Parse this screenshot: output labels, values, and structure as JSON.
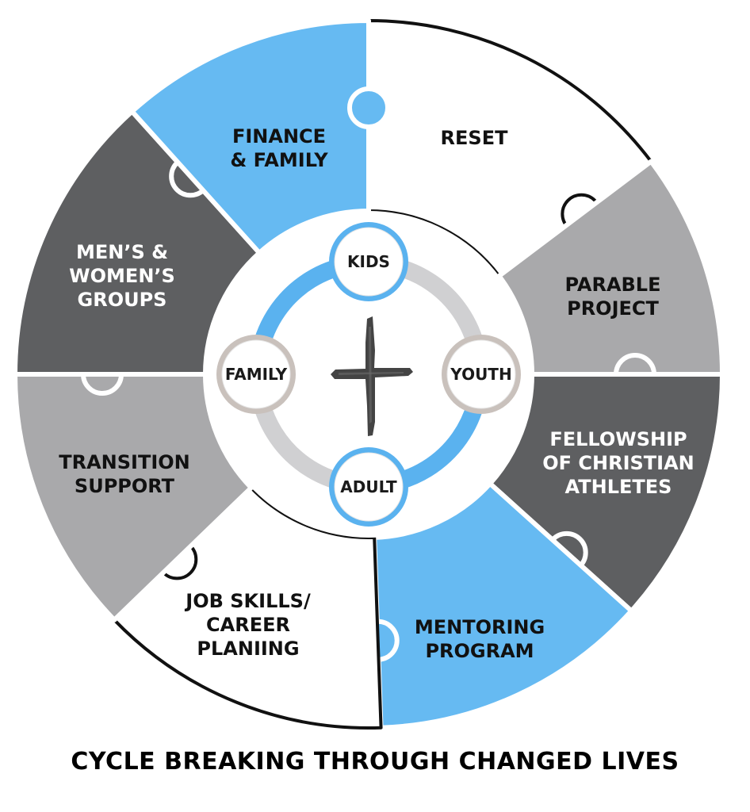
{
  "colors": {
    "blue": "#66baf2",
    "white": "#ffffff",
    "light_gray": "#a9a9ab",
    "dark_gray": "#5e5f61",
    "outline": "#111111",
    "arrow_blue": "#5ab2ef",
    "arrow_gray": "#d0d0d2",
    "node_gray_ring": "#c9c1bc"
  },
  "segments": [
    {
      "id": "reset",
      "lines": [
        "RESET"
      ],
      "fill": "white",
      "text_color": "#111111"
    },
    {
      "id": "parable-project",
      "lines": [
        "PARABLE",
        "PROJECT"
      ],
      "fill": "light_gray",
      "text_color": "#111111"
    },
    {
      "id": "fellowship",
      "lines": [
        "FELLOWSHIP",
        "OF CHRISTIAN",
        "ATHLETES"
      ],
      "fill": "dark_gray",
      "text_color": "#ffffff"
    },
    {
      "id": "mentoring-program",
      "lines": [
        "MENTORING",
        "PROGRAM"
      ],
      "fill": "blue",
      "text_color": "#111111"
    },
    {
      "id": "job-skills",
      "lines": [
        "JOB SKILLS/",
        "CAREER",
        "PLANIING"
      ],
      "fill": "white",
      "text_color": "#111111"
    },
    {
      "id": "transition-support",
      "lines": [
        "TRANSITION",
        "SUPPORT"
      ],
      "fill": "light_gray",
      "text_color": "#111111"
    },
    {
      "id": "mens-womens-groups",
      "lines": [
        "MEN’S &",
        "WOMEN’S",
        "GROUPS"
      ],
      "fill": "dark_gray",
      "text_color": "#ffffff"
    },
    {
      "id": "finance-family",
      "lines": [
        "FINANCE",
        "& FAMILY"
      ],
      "fill": "blue",
      "text_color": "#111111"
    }
  ],
  "cycle": {
    "nodes": [
      {
        "id": "kids",
        "label": "KIDS",
        "ring": "blue"
      },
      {
        "id": "youth",
        "label": "YOUTH",
        "ring": "gray"
      },
      {
        "id": "adult",
        "label": "ADULT",
        "ring": "blue"
      },
      {
        "id": "family",
        "label": "FAMILY",
        "ring": "gray"
      }
    ],
    "center_icon": "cross-icon"
  },
  "footer": {
    "title": "CYCLE BREAKING THROUGH CHANGED LIVES"
  }
}
